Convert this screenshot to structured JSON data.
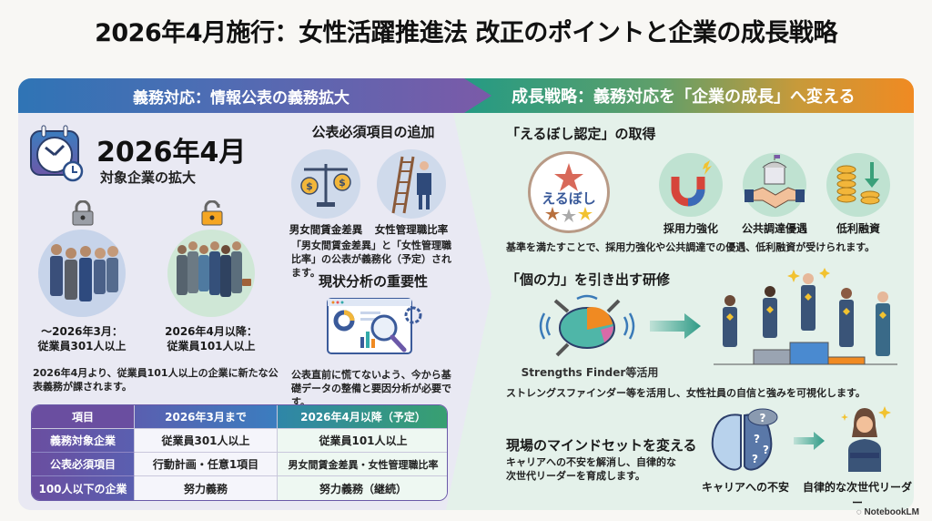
{
  "title": "2026年4月施行：女性活躍推進法 改正のポイントと企業の成長戦略",
  "left": {
    "header": "義務対応：情報公表の義務拡大",
    "date_heading": "2026年4月",
    "date_subheading": "対象企業の拡大",
    "before": {
      "line1": "～2026年3月：",
      "line2": "従業員301人以上",
      "lock_state": "locked"
    },
    "after": {
      "line1": "2026年4月以降：",
      "line2": "従業員101人以上",
      "lock_state": "unlocked"
    },
    "expansion_note": "2026年4月より、従業員101人以上の企業に新たな公表義務が課されます。",
    "required_items": {
      "heading": "公表必須項目の追加",
      "item1": "男女間賃金差異",
      "item2": "女性管理職比率",
      "note": "「男女間賃金差異」と「女性管理職比率」の公表が義務化（予定）されます。"
    },
    "analysis": {
      "heading": "現状分析の重要性",
      "note": "公表直前に慌てないよう、今から基礎データの整備と要因分析が必要です。"
    },
    "table": {
      "headers": [
        "項目",
        "2026年3月まで",
        "2026年4月以降（予定）"
      ],
      "rows": [
        [
          "義務対象企業",
          "従業員301人以上",
          "従業員101人以上"
        ],
        [
          "公表必須項目",
          "行動計画・任意1項目",
          "男女間賃金差異・女性管理職比率"
        ],
        [
          "100人以下の企業",
          "努力義務",
          "努力義務（継続）"
        ]
      ]
    }
  },
  "right": {
    "header": "成長戦略：義務対応を「企業の成長」へ変える",
    "eruboshi": {
      "heading": "「えるぼし認定」の取得",
      "badge_label": "えるぼし",
      "benefits": [
        "採用力強化",
        "公共調達優遇",
        "低利融資"
      ],
      "note": "基準を満たすことで、採用力強化や公共調達での優遇、低利融資が受けられます。"
    },
    "training": {
      "heading": "「個の力」を引き出す研修",
      "tool_label": "Strengths Finder等活用",
      "note": "ストレングスファインダー等を活用し、女性社員の自信と強みを可視化します。"
    },
    "mindset": {
      "heading": "現場のマインドセットを変える",
      "note_line1": "キャリアへの不安を解消し、自律的な",
      "note_line2": "次世代リーダーを育成します。",
      "from_label": "キャリアへの不安",
      "to_label": "自律的な次世代リーダー"
    }
  },
  "footer": {
    "brand": "NotebookLM"
  },
  "colors": {
    "left_header_start": "#2f74b5",
    "left_header_end": "#7b5aa8",
    "right_header_start": "#1f9a86",
    "right_header_end": "#f08a22",
    "left_bg": "#e9e9f3",
    "right_bg": "#e4f1ea"
  }
}
